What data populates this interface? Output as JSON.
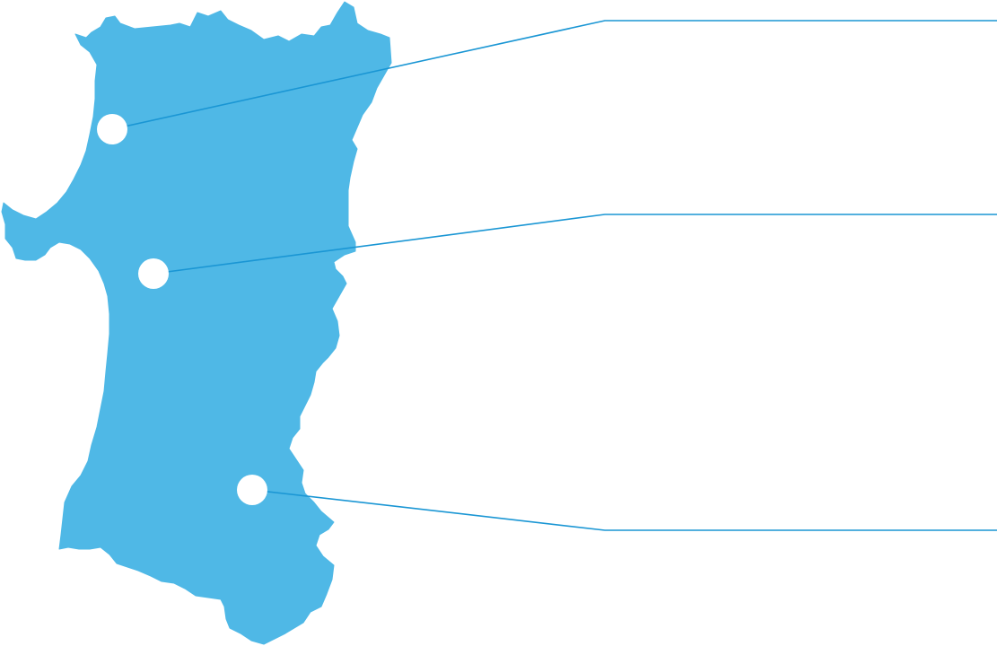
{
  "colors": {
    "region_fill": "#4fb8e6",
    "leader_line": "#1a96d4",
    "marker_fill": "#ffffff",
    "background": "#ffffff"
  },
  "markers": [
    {
      "id": "north"
    },
    {
      "id": "central"
    },
    {
      "id": "south"
    }
  ]
}
